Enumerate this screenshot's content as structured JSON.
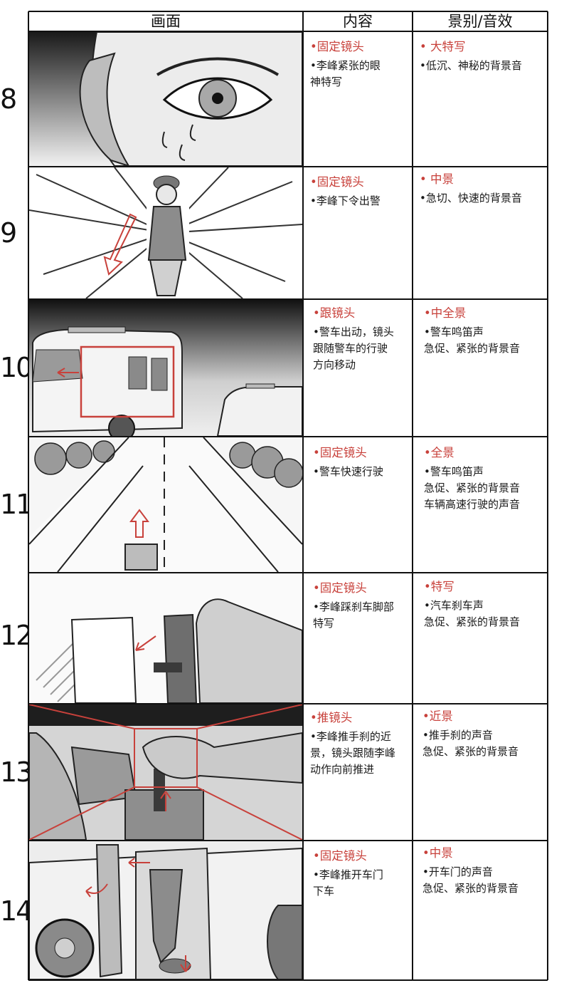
{
  "header": {
    "picture": "画面",
    "content": "内容",
    "shot_sound": "景别/音效"
  },
  "rows": [
    {
      "num": "8",
      "content": {
        "head": "•固定镜头",
        "lines": [
          "•李峰紧张的眼\n神特写"
        ]
      },
      "shot": {
        "head": "• 大特写",
        "lines": [
          "•低沉、神秘的背景音"
        ]
      }
    },
    {
      "num": "9",
      "content": {
        "head": "•固定镜头",
        "lines": [
          "•李峰下令出警"
        ]
      },
      "shot": {
        "head": "• 中景",
        "lines": [
          "•急切、快速的背景音"
        ]
      }
    },
    {
      "num": "10",
      "content": {
        "head": "•跟镜头",
        "lines": [
          "•警车出动，镜头\n跟随警车的行驶\n方向移动"
        ]
      },
      "shot": {
        "head": "•中全景",
        "lines": [
          "•警车鸣笛声\n急促、紧张的背景音"
        ]
      }
    },
    {
      "num": "11",
      "content": {
        "head": "•固定镜头",
        "lines": [
          "•警车快速行驶"
        ]
      },
      "shot": {
        "head": "•全景",
        "lines": [
          "•警车鸣笛声\n急促、紧张的背景音\n车辆高速行驶的声音"
        ]
      }
    },
    {
      "num": "12",
      "content": {
        "head": "•固定镜头",
        "lines": [
          "•李峰踩刹车脚部\n特写"
        ]
      },
      "shot": {
        "head": "•特写",
        "lines": [
          "•汽车刹车声\n急促、紧张的背景音"
        ]
      }
    },
    {
      "num": "13",
      "content": {
        "head": "•推镜头",
        "lines": [
          "•李峰推手刹的近\n景，镜头跟随李峰\n动作向前推进"
        ]
      },
      "shot": {
        "head": "•近景",
        "lines": [
          "•推手刹的声音\n急促、紧张的背景音"
        ]
      }
    },
    {
      "num": "14",
      "content": {
        "head": "•固定镜头",
        "lines": [
          "•李峰推开车门\n下车"
        ]
      },
      "shot": {
        "head": "•中景",
        "lines": [
          "•开车门的声音\n急促、紧张的背景音"
        ]
      }
    }
  ],
  "colors": {
    "accent": "#c8413b",
    "grid": "#111111"
  }
}
